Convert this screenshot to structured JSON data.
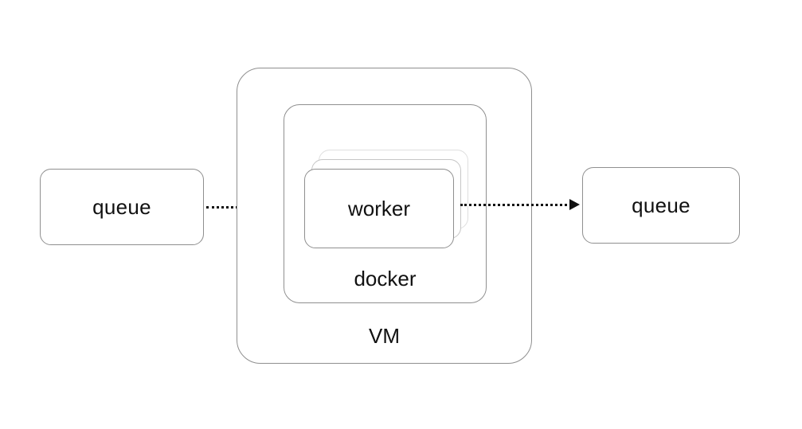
{
  "diagram": {
    "title": "queue-worker pipeline diagram",
    "left_queue": {
      "label": "queue"
    },
    "right_queue": {
      "label": "queue"
    },
    "vm": {
      "label": "VM"
    },
    "docker": {
      "label": "docker"
    },
    "worker": {
      "label": "worker",
      "stack_count": 3
    },
    "arrows": [
      {
        "from": "left-queue",
        "to": "worker",
        "style": "dotted"
      },
      {
        "from": "worker",
        "to": "right-queue",
        "style": "dotted"
      }
    ],
    "colors": {
      "bg": "#ffffff",
      "border": "#8f8f8f",
      "stack-mid": "#c6c6c6",
      "stack-back": "#dfdfdf",
      "text": "#111111"
    }
  }
}
